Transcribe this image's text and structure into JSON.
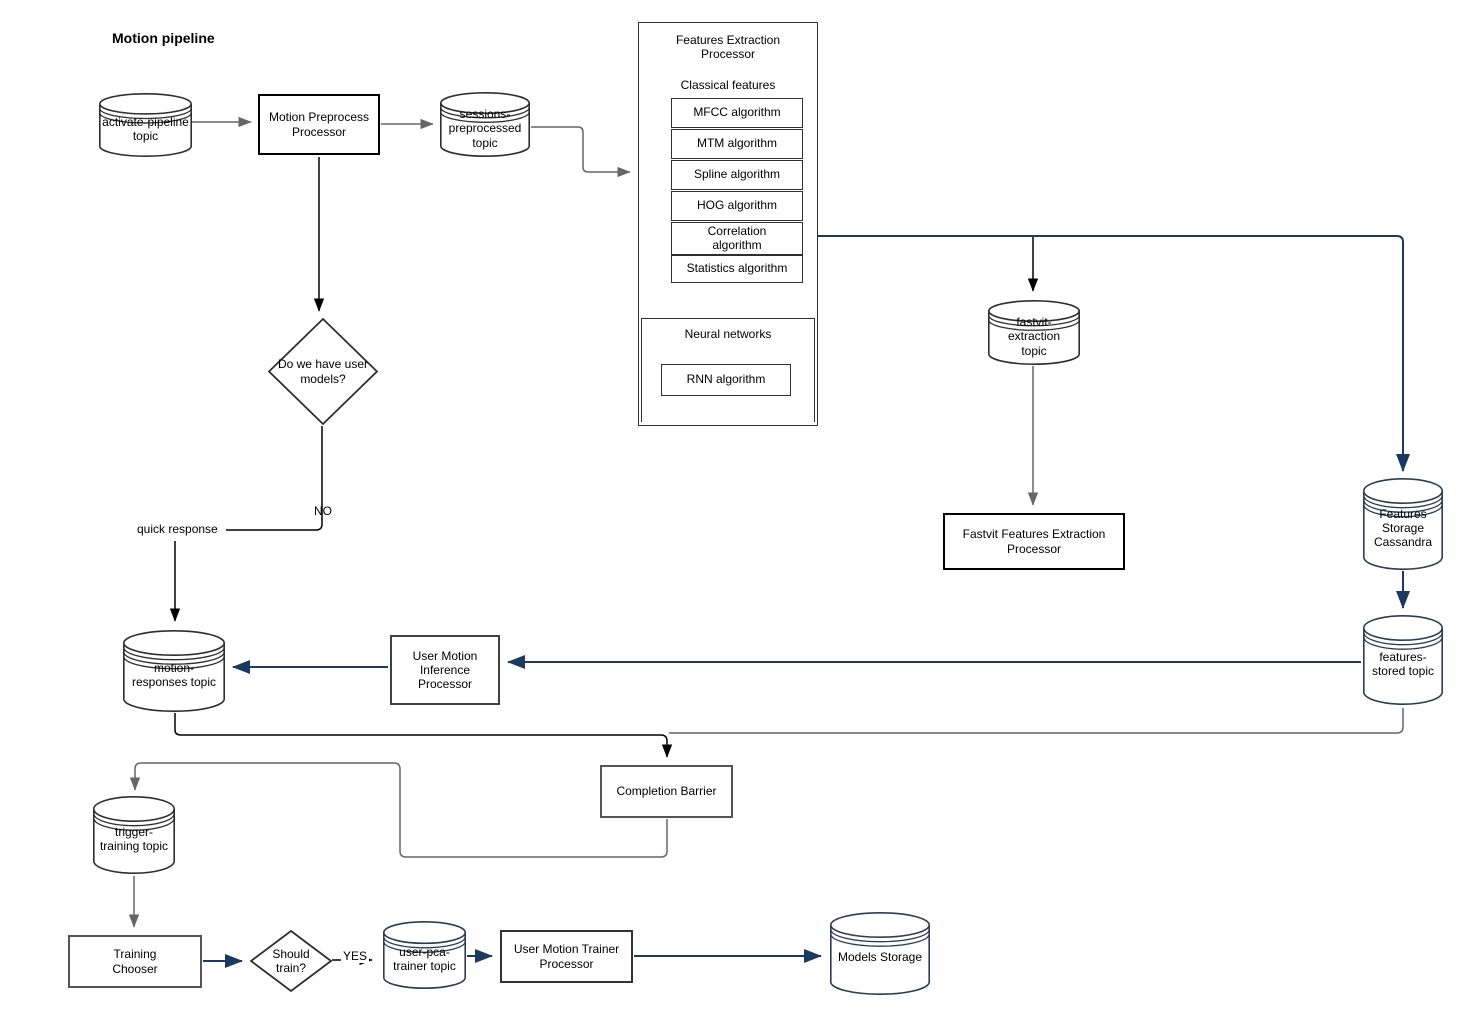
{
  "title": "Motion pipeline",
  "colors": {
    "background": "#ffffff",
    "edge_navy": "#1c3a5e",
    "edge_gray": "#666666",
    "edge_black": "#000000",
    "shape_stroke": "#2f2f2f"
  },
  "nodes": {
    "activate_topic": {
      "label": "activate-pipeline topic",
      "shape": "cylinder"
    },
    "motion_preprocess": {
      "label": "Motion Preprocess Processor",
      "shape": "process"
    },
    "sessions_topic": {
      "label": "sessions-preprocessed topic",
      "shape": "cylinder"
    },
    "features_extraction": {
      "title": "Features Extraction Processor",
      "classical_label": "Classical features",
      "algorithms": [
        "MFCC algorithm",
        "MTM algorithm",
        "Spline algorithm",
        "HOG algorithm",
        "Correlation algorithm",
        "Statistics algorithm"
      ],
      "neural_label": "Neural networks",
      "rnn_label": "RNN algorithm"
    },
    "fastvit_topic": {
      "label": "fastvit-extraction topic",
      "shape": "cylinder"
    },
    "fastvit_processor": {
      "label": "Fastvit Features Extraction Processor",
      "shape": "process"
    },
    "features_storage": {
      "label": "Features Storage Cassandra",
      "shape": "cylinder"
    },
    "features_stored_topic": {
      "label": "features-stored topic",
      "shape": "cylinder"
    },
    "user_models_decision": {
      "label": "Do we have user models?",
      "shape": "decision"
    },
    "motion_responses_topic": {
      "label": "motion-responses topic",
      "shape": "cylinder"
    },
    "inference_processor": {
      "label": "User Motion Inference Processor",
      "shape": "process"
    },
    "completion_barrier": {
      "label": "Completion Barrier",
      "shape": "process"
    },
    "trigger_training_topic": {
      "label": "trigger-training topic",
      "shape": "cylinder"
    },
    "training_chooser": {
      "label": "Training Chooser",
      "shape": "process"
    },
    "should_train_decision": {
      "label": "Should train?",
      "shape": "decision"
    },
    "user_pca_trainer_topic": {
      "label": "user-pca-trainer topic",
      "shape": "cylinder"
    },
    "trainer_processor": {
      "label": "User Motion Trainer Processor",
      "shape": "process"
    },
    "models_storage": {
      "label": "Models Storage",
      "shape": "cylinder"
    }
  },
  "edge_labels": {
    "no": "NO",
    "yes": "YES",
    "quick_response": "quick response"
  }
}
